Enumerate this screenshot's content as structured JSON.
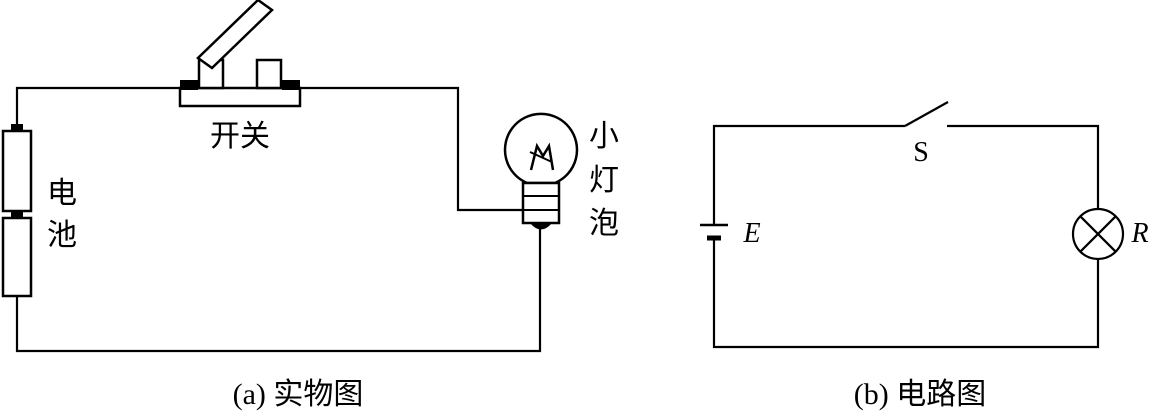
{
  "physical": {
    "switch_label": "开关",
    "battery_label": [
      "电",
      "池"
    ],
    "bulb_label": [
      "小",
      "灯",
      "泡"
    ],
    "caption": "(a) 实物图"
  },
  "schematic": {
    "switch_symbol": "S",
    "source_symbol": "E",
    "lamp_symbol": "R",
    "caption": "(b) 电路图"
  }
}
